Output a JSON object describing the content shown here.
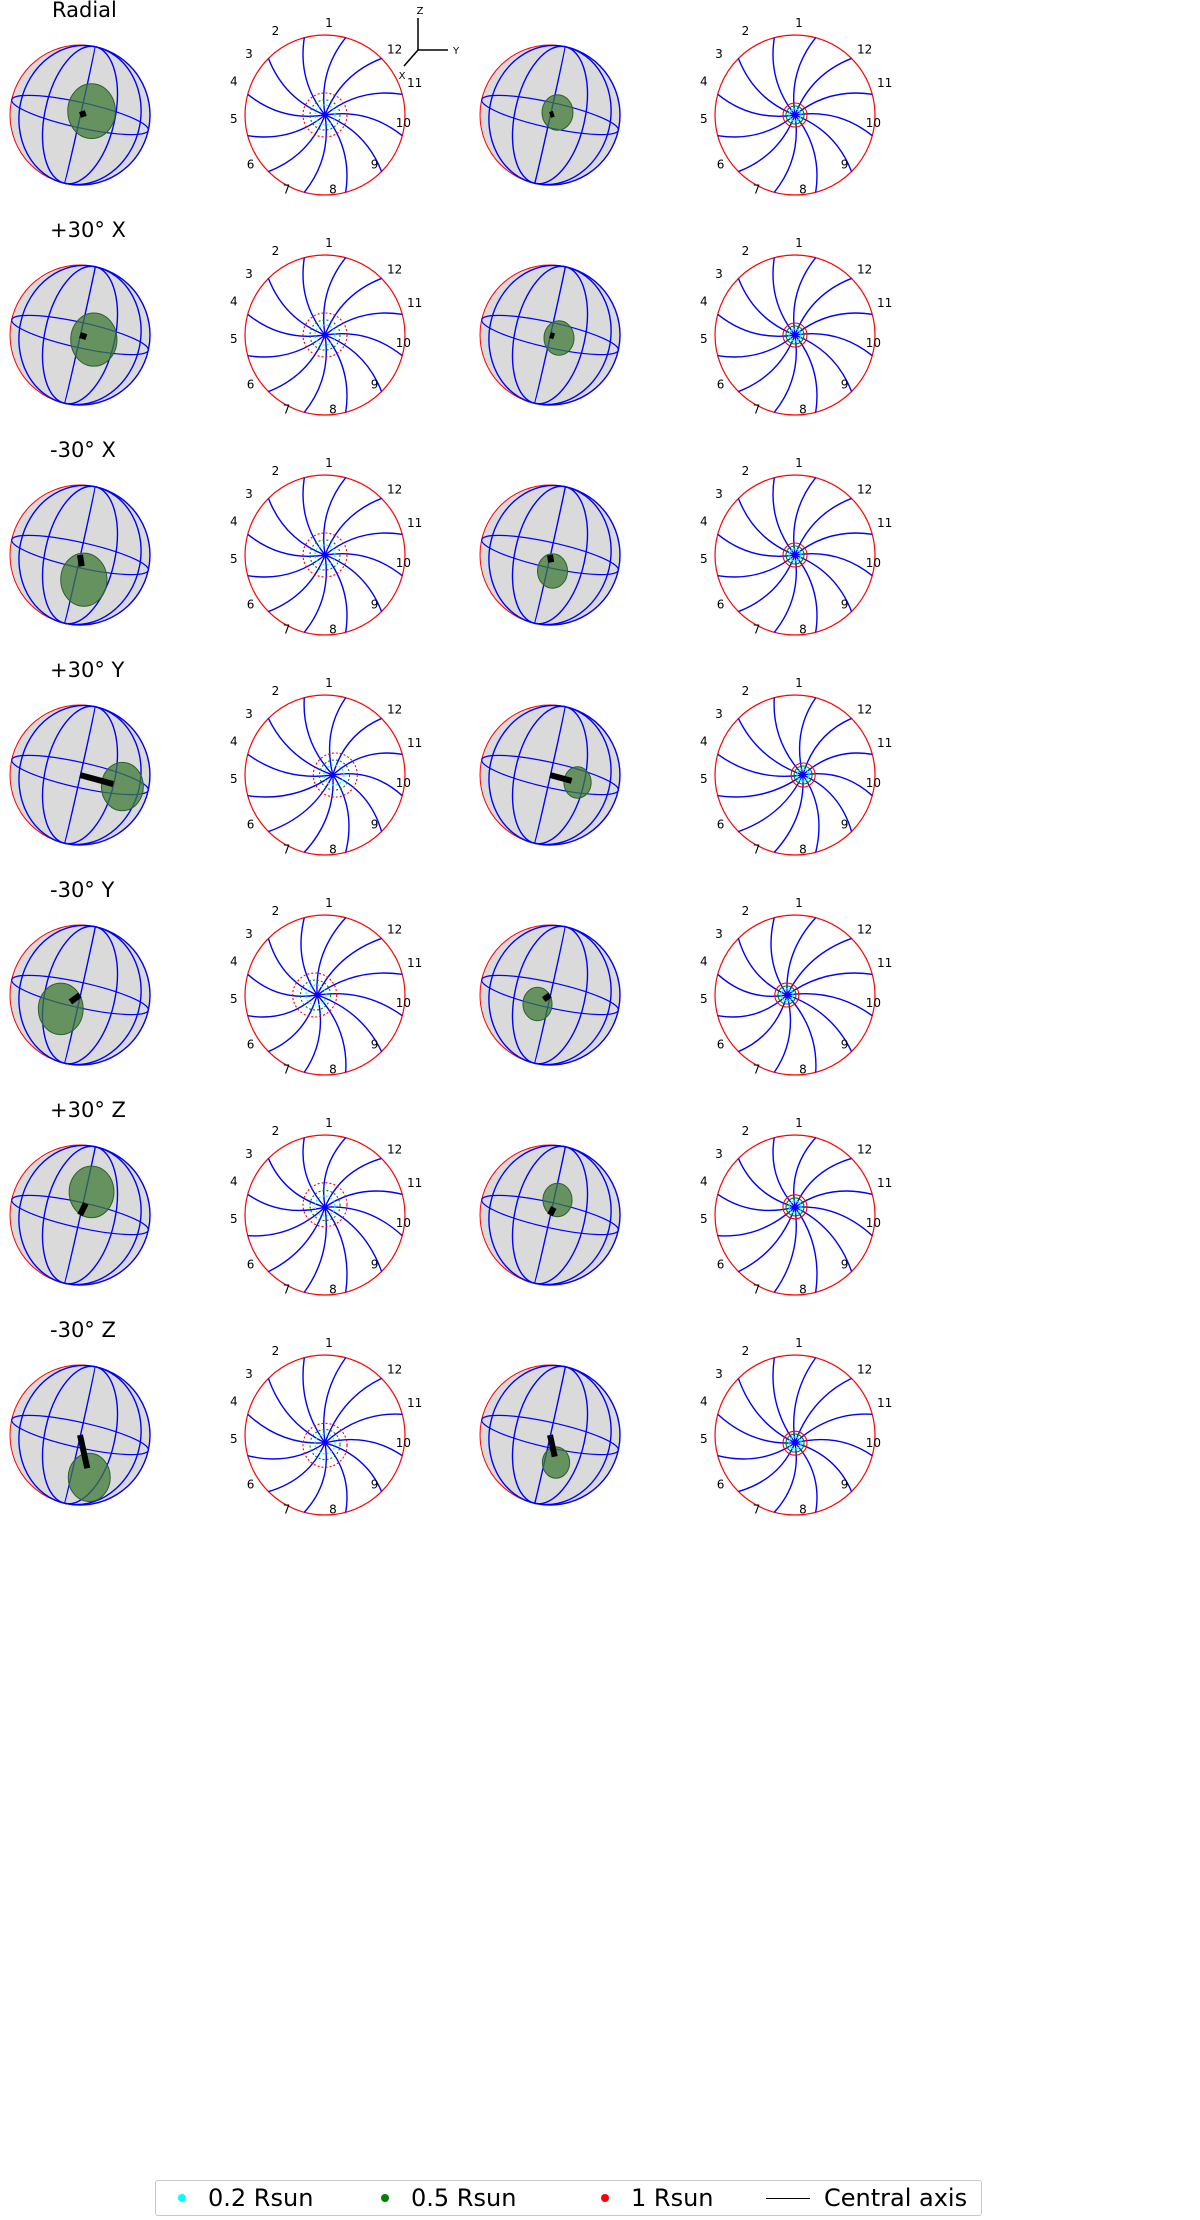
{
  "rows": [
    {
      "label": "Radial",
      "dir": [
        0.15,
        -0.05
      ],
      "len": 0.35,
      "coneR": 0.34,
      "coneR2": 0.22,
      "off": [
        0.0,
        0.0
      ]
    },
    {
      "label": "+30° X",
      "dir": [
        0.18,
        0.06
      ],
      "len": 0.32,
      "coneR": 0.33,
      "coneR2": 0.21,
      "off": [
        0.0,
        0.0
      ]
    },
    {
      "label": "-30° X",
      "dir": [
        0.05,
        0.32
      ],
      "len": 0.32,
      "coneR": 0.33,
      "coneR2": 0.21,
      "off": [
        0.0,
        0.0
      ]
    },
    {
      "label": "+30° Y",
      "dir": [
        0.55,
        0.15
      ],
      "len": 0.55,
      "coneR": 0.3,
      "coneR2": 0.2,
      "off": [
        0.14,
        0.0
      ]
    },
    {
      "label": "-30° Y",
      "dir": [
        -0.25,
        0.18
      ],
      "len": 0.35,
      "coneR": 0.32,
      "coneR2": 0.21,
      "off": [
        -0.14,
        0.0
      ]
    },
    {
      "label": "+30° Z",
      "dir": [
        0.15,
        -0.3
      ],
      "len": 0.35,
      "coneR": 0.32,
      "coneR2": 0.21,
      "off": [
        0.0,
        -0.14
      ]
    },
    {
      "label": "-30° Z",
      "dir": [
        0.12,
        0.55
      ],
      "len": 0.55,
      "coneR": 0.3,
      "coneR2": 0.2,
      "off": [
        0.0,
        0.14
      ]
    }
  ],
  "clock_numbers": [
    "1",
    "2",
    "3",
    "4",
    "5",
    "6",
    "7",
    "8",
    "9",
    "10",
    "11",
    "12"
  ],
  "axes_labels": {
    "z": "Z",
    "y": "Y",
    "x": "X"
  },
  "legend": {
    "items": [
      {
        "label": "0.2 Rsun",
        "color": "#00ffff"
      },
      {
        "label": "0.5 Rsun",
        "color": "#007f00"
      },
      {
        "label": "1 Rsun",
        "color": "#ff0000"
      }
    ],
    "axis_label": "Central axis"
  },
  "colors": {
    "sphere": "#dadada",
    "meridian": "#0000ff",
    "outline": "#ff0000",
    "cone": "#3d7a35",
    "axis": "#000000"
  }
}
